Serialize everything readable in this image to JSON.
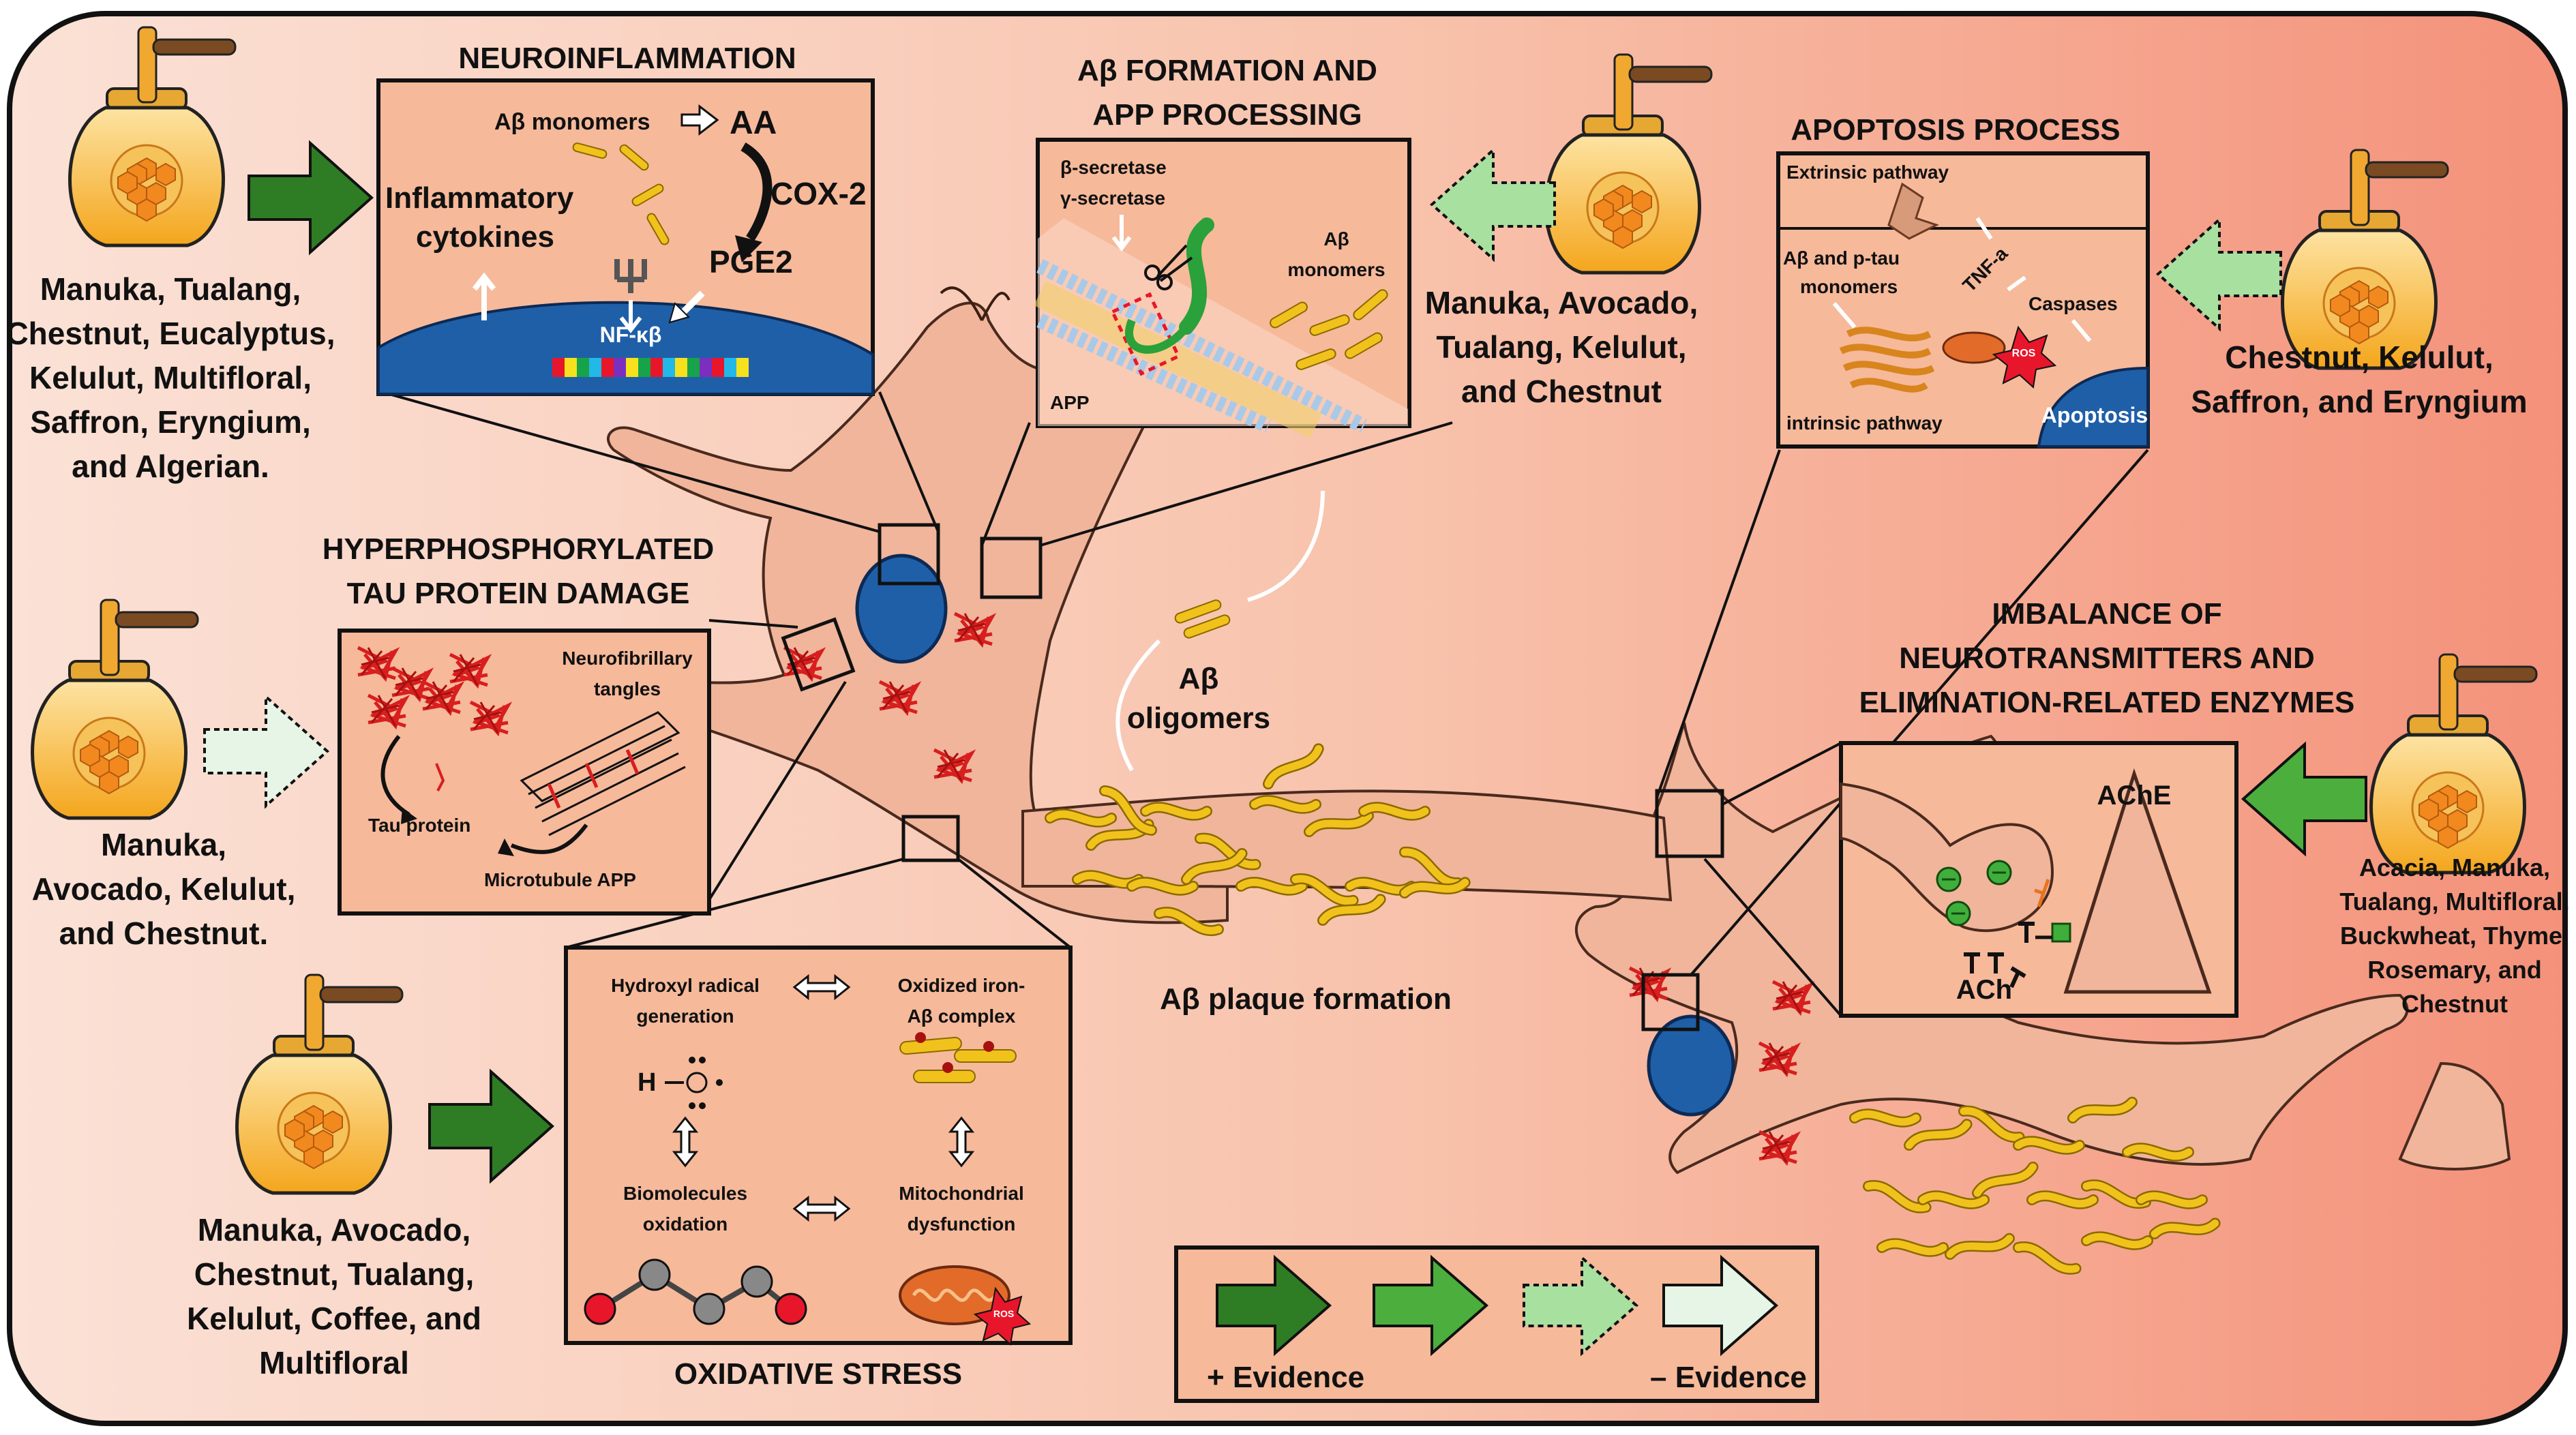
{
  "colors": {
    "background_start": "#fbe1d6",
    "background_end": "#f4947a",
    "evidence_strong": "#2e7d24",
    "evidence_medium": "#4cae3c",
    "evidence_weak": "#a8e0a0",
    "evidence_none": "#e6f5e6",
    "neuron": "#f0b59b",
    "nucleus": "#1f5fa8",
    "plaque": "#f2c21c",
    "tangle": "#d81e1e",
    "honey_jar": "#f7b731"
  },
  "icons": [
    "honey-jar-icon",
    "honey-dipper-icon",
    "nucleus-icon",
    "mitochondrion-icon",
    "ros-burst-icon",
    "scissors-icon",
    "microtubule-icon"
  ],
  "neuroinflammation": {
    "title": "NEUROINFLAMMATION",
    "ab_monomers": "Aβ monomers",
    "aa": "AA",
    "cox2": "COX-2",
    "pge2": "PGE2",
    "inflammatory": "Inflammatory",
    "cytokines": "cytokines",
    "nfkb": "NF-κβ",
    "honeys": [
      "Manuka, Tualang,",
      "Chestnut, Eucalyptus,",
      "Kelulut, Multifloral,",
      "Saffron, Eryngium,",
      "and Algerian."
    ]
  },
  "ab_formation": {
    "title_line1": "Aβ FORMATION AND",
    "title_line2": "APP PROCESSING",
    "beta": "β-secretase",
    "gamma": "γ-secretase",
    "ab": "Aβ",
    "monomers": "monomers",
    "app": "APP",
    "honeys": [
      "Manuka, Avocado,",
      "Tualang, Kelulut,",
      "and Chestnut"
    ]
  },
  "apoptosis": {
    "title": "APOPTOSIS PROCESS",
    "extrinsic": "Extrinsic pathway",
    "ab_ptau_1": "Aβ and p-tau",
    "ab_ptau_2": "monomers",
    "tnf": "TNF-a",
    "caspases": "Caspases",
    "ros": "ROS",
    "intrinsic": "intrinsic pathway",
    "apoptosis": "Apoptosis",
    "honeys": [
      "Chestnut, Kelulut,",
      "Saffron, and Eryngium"
    ]
  },
  "tau": {
    "title_line1": "HYPERPHOSPHORYLATED",
    "title_line2": "TAU PROTEIN DAMAGE",
    "tangles_1": "Neurofibrillary",
    "tangles_2": "tangles",
    "tau_protein": "Tau protein",
    "microtubule": "Microtubule APP",
    "honeys": [
      "Manuka,",
      "Avocado, Kelulut,",
      "and Chestnut."
    ]
  },
  "neurotransmitters": {
    "title_line1": "IMBALANCE OF",
    "title_line2": "NEUROTRANSMITTERS AND",
    "title_line3": "ELIMINATION-RELATED ENZYMES",
    "ache": "AChE",
    "ach": "ACh",
    "honeys": [
      "Acacia, Manuka,",
      "Tualang, Multifloral,",
      "Buckwheat, Thyme,",
      "Rosemary, and",
      "Chestnut"
    ]
  },
  "oxidative": {
    "title": "OXIDATIVE STRESS",
    "hydroxyl_1": "Hydroxyl radical",
    "hydroxyl_2": "generation",
    "iron_1": "Oxidized iron-",
    "iron_2": "Aβ complex",
    "h": "H",
    "bio_1": "Biomolecules",
    "bio_2": "oxidation",
    "mito_1": "Mitochondrial",
    "mito_2": "dysfunction",
    "ros": "ROS",
    "honeys": [
      "Manuka, Avocado,",
      "Chestnut, Tualang,",
      "Kelulut, Coffee, and",
      "Multifloral"
    ]
  },
  "center": {
    "oligomers_1": "Aβ",
    "oligomers_2": "oligomers",
    "plaque": "Aβ plaque formation"
  },
  "legend": {
    "plus": "+ Evidence",
    "minus": "– Evidence"
  }
}
